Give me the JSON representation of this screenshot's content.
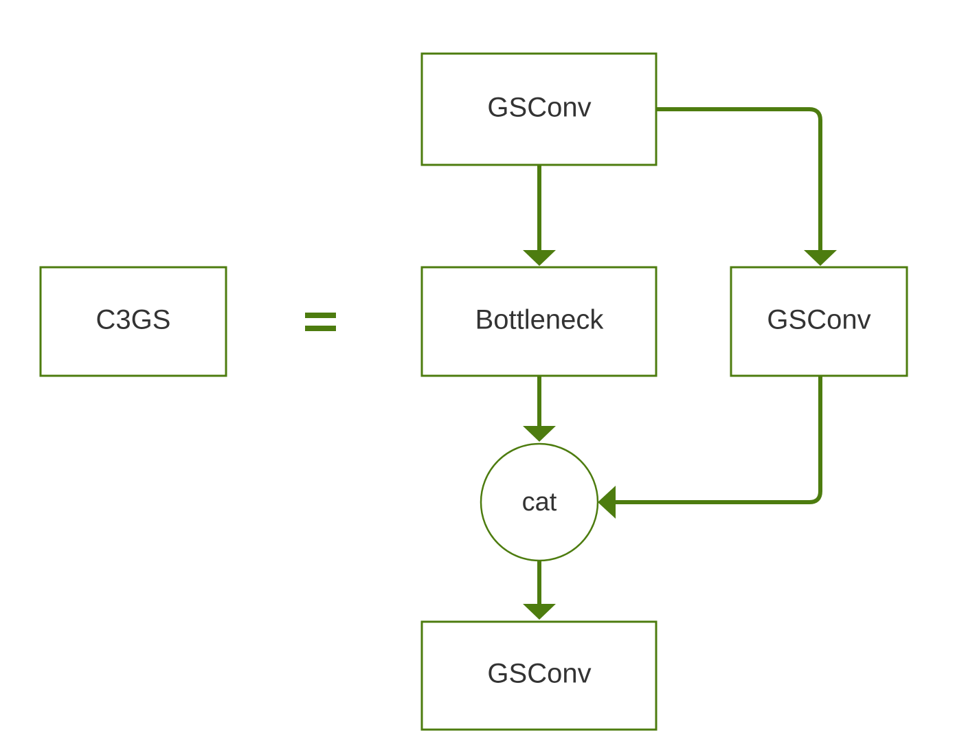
{
  "colors": {
    "stroke": "#4d7c0f",
    "text": "#333333",
    "background": "#ffffff"
  },
  "diagram": {
    "lhs_label": "C3GS",
    "equals_sign": "=",
    "nodes": {
      "gsconv_top": "GSConv",
      "bottleneck": "Bottleneck",
      "gsconv_right": "GSConv",
      "cat": "cat",
      "gsconv_bottom": "GSConv"
    }
  }
}
